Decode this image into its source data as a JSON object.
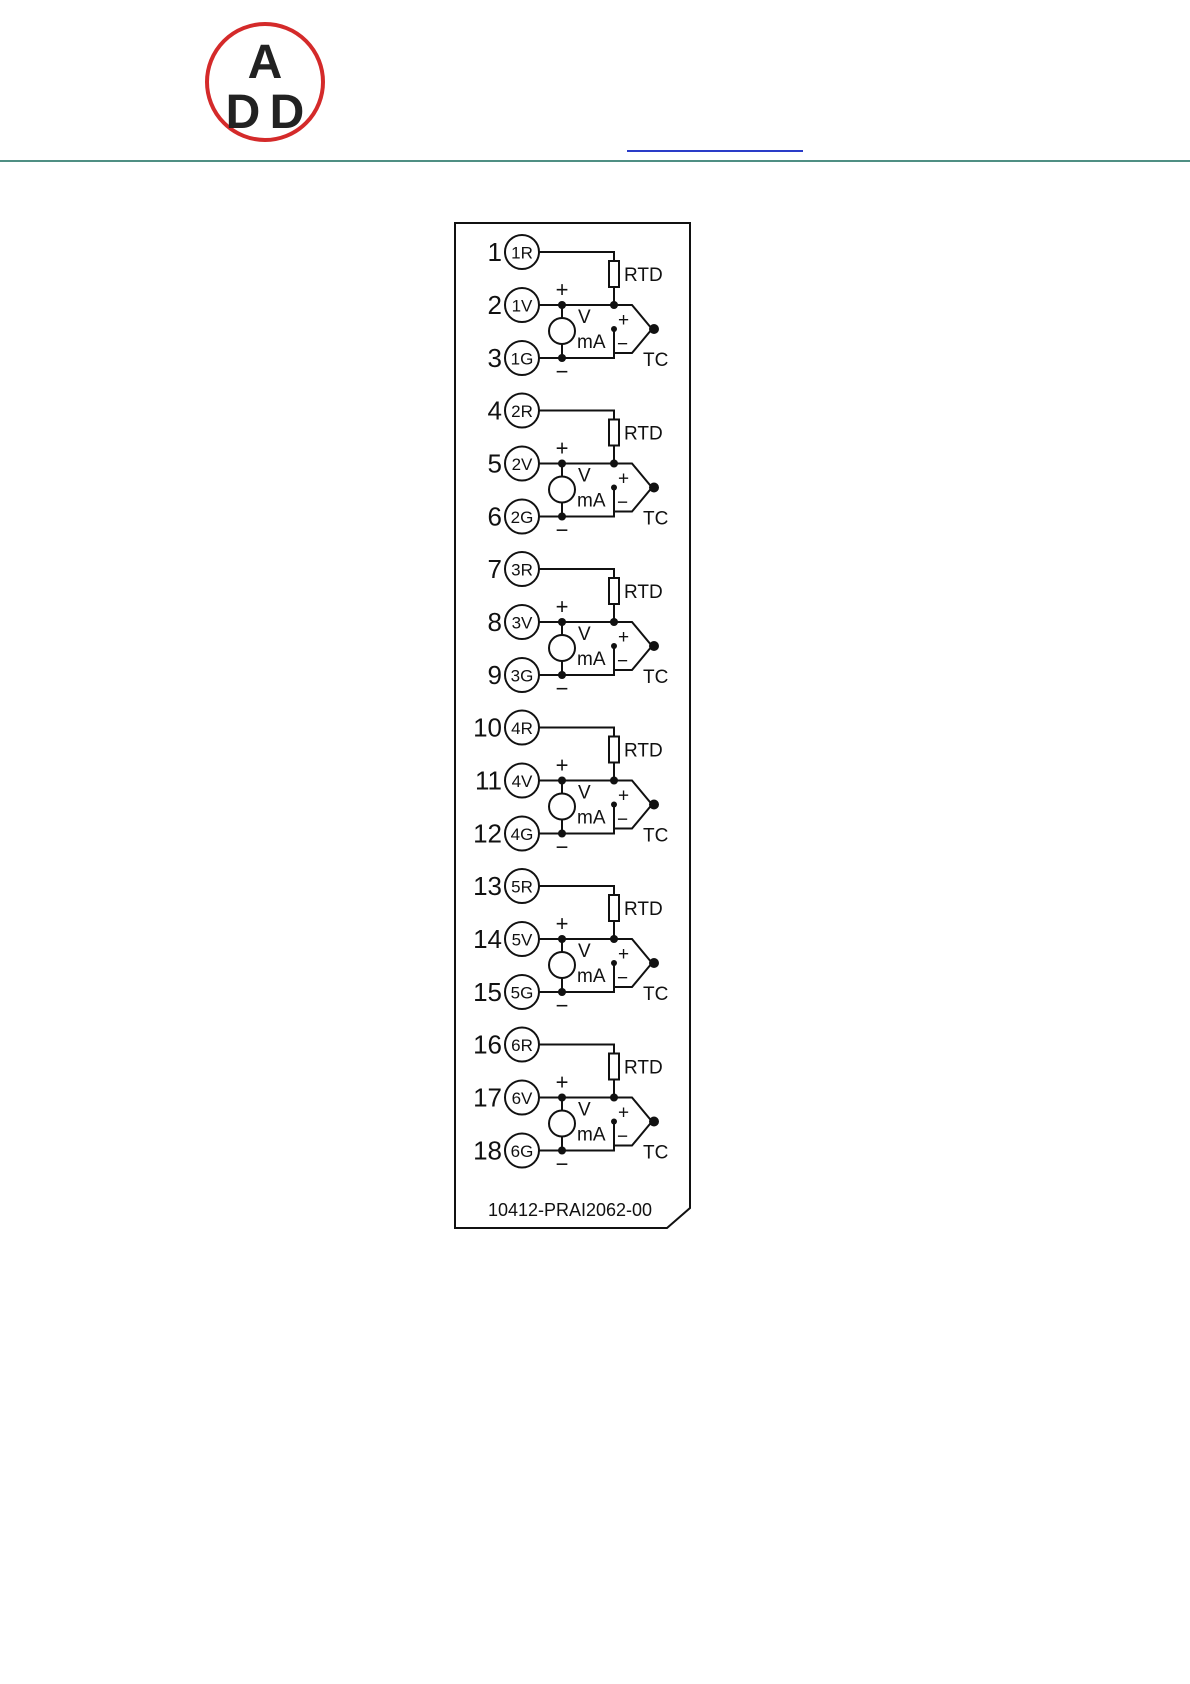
{
  "logo": {
    "top_letter": "A",
    "bottom_letters": [
      "D",
      "D"
    ],
    "ring_color": "#d42a2a"
  },
  "diagram": {
    "part_code": "10412-PRAI2062-00",
    "labels": {
      "rtd": "RTD",
      "tc": "TC",
      "v": "V",
      "ma": "mA",
      "plus": "+",
      "minus": "−"
    },
    "channels": [
      {
        "terminals": [
          {
            "number": "1",
            "id": "1R"
          },
          {
            "number": "2",
            "id": "1V"
          },
          {
            "number": "3",
            "id": "1G"
          }
        ]
      },
      {
        "terminals": [
          {
            "number": "4",
            "id": "2R"
          },
          {
            "number": "5",
            "id": "2V"
          },
          {
            "number": "6",
            "id": "2G"
          }
        ]
      },
      {
        "terminals": [
          {
            "number": "7",
            "id": "3R"
          },
          {
            "number": "8",
            "id": "3V"
          },
          {
            "number": "9",
            "id": "3G"
          }
        ]
      },
      {
        "terminals": [
          {
            "number": "10",
            "id": "4R"
          },
          {
            "number": "11",
            "id": "4V"
          },
          {
            "number": "12",
            "id": "4G"
          }
        ]
      },
      {
        "terminals": [
          {
            "number": "13",
            "id": "5R"
          },
          {
            "number": "14",
            "id": "5V"
          },
          {
            "number": "15",
            "id": "5G"
          }
        ]
      },
      {
        "terminals": [
          {
            "number": "16",
            "id": "6R"
          },
          {
            "number": "17",
            "id": "6V"
          },
          {
            "number": "18",
            "id": "6G"
          }
        ]
      }
    ]
  }
}
